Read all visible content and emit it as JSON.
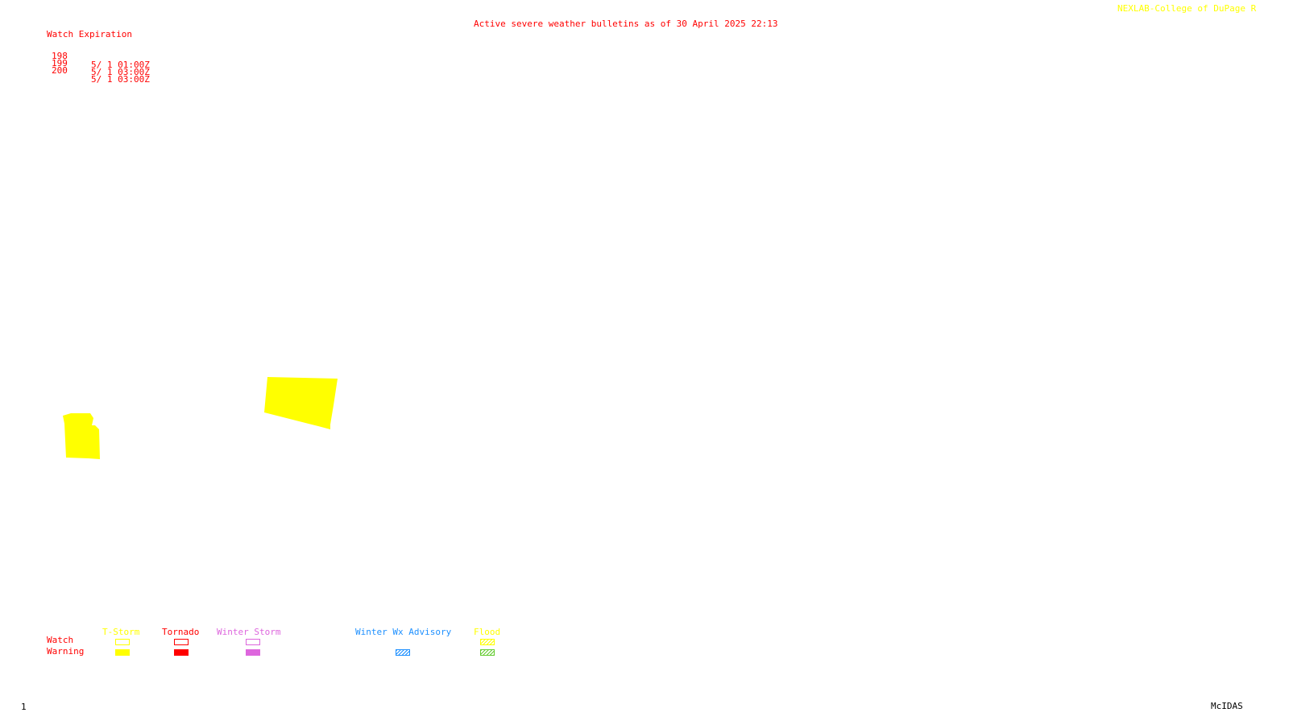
{
  "header": {
    "credit": "NEXLAB-College of DuPage R",
    "bulletin_title": "Active severe weather bulletins as of 30 April 2025 22:13"
  },
  "watch_list": {
    "header": "Watch Expiration",
    "items": [
      {
        "number": "198",
        "expiration": "5/ 1 01:00Z"
      },
      {
        "number": "199",
        "expiration": "5/ 1 03:00Z"
      },
      {
        "number": "200",
        "expiration": "5/ 1 03:00Z"
      }
    ]
  },
  "legend": {
    "row_watch": "Watch",
    "row_warning": "Warning",
    "categories": [
      {
        "label": "T-Storm",
        "color": "#ffff00",
        "watch": "outline",
        "warning": "fill"
      },
      {
        "label": "Tornado",
        "color": "#ff0000",
        "watch": "outline",
        "warning": "fill"
      },
      {
        "label": "Winter Storm",
        "color": "#dd66dd",
        "watch": "outline",
        "warning": "fill"
      },
      {
        "label": "Winter Wx Advisory",
        "color": "#1e90ff",
        "watch": "none",
        "warning": "hatch"
      },
      {
        "label": "Flood",
        "color": "#ffff00",
        "warning_color": "#66cc33",
        "watch": "hatch",
        "warning": "hatch"
      }
    ]
  },
  "map": {
    "watch_areas": [
      {
        "watch_type": "T-Storm",
        "color": "#ffff00"
      },
      {
        "watch_type": "T-Storm",
        "color": "#ffff00"
      }
    ]
  },
  "footer": {
    "frame": "1",
    "software": "McIDAS"
  }
}
